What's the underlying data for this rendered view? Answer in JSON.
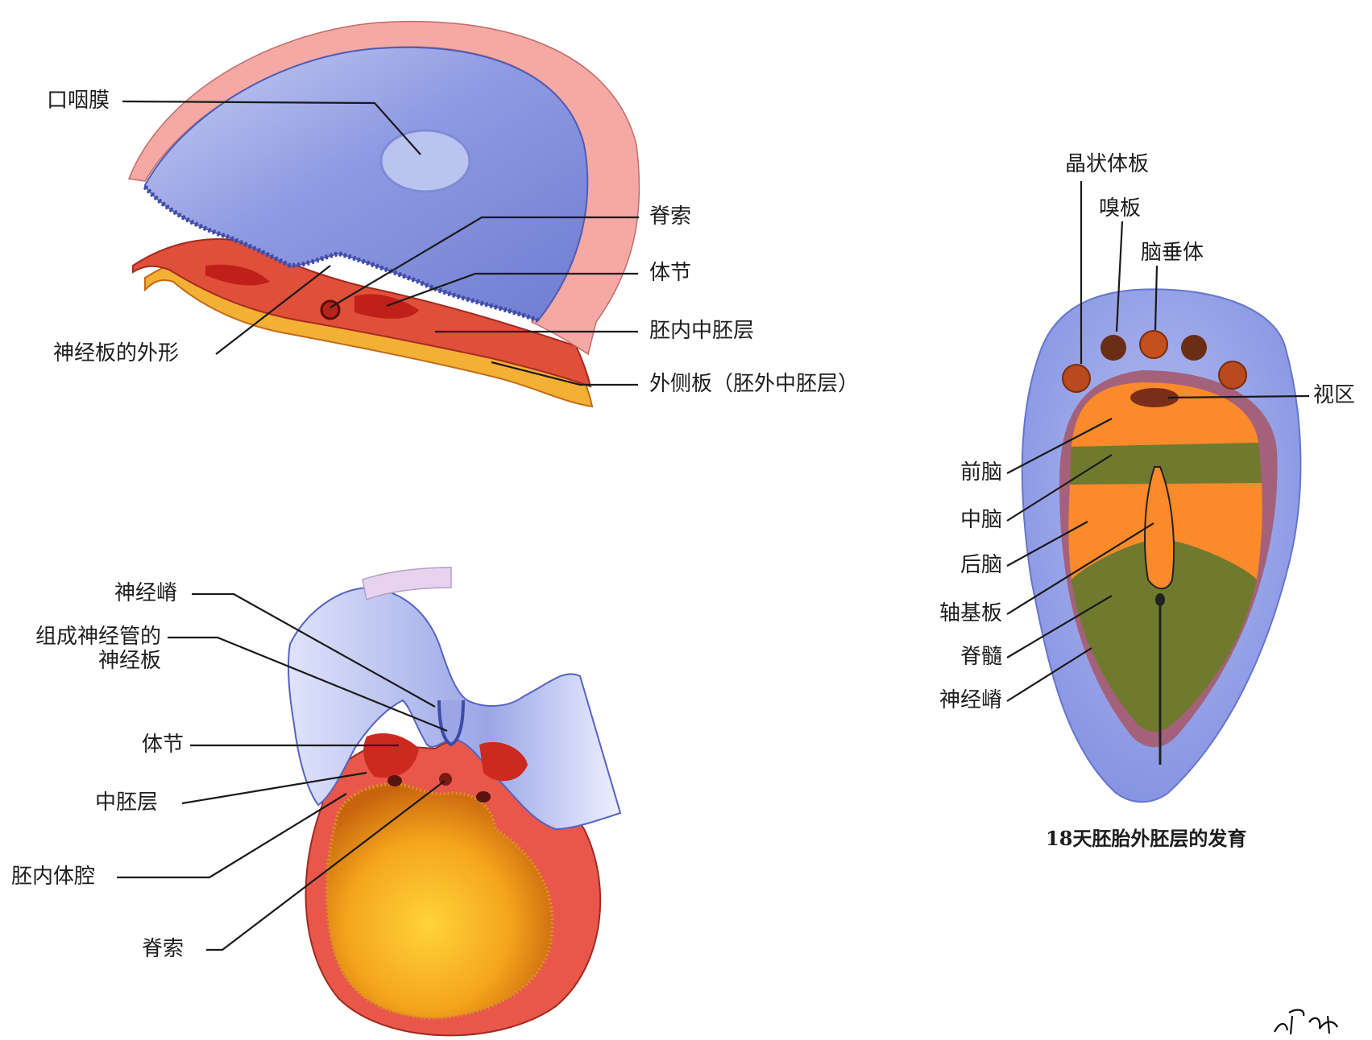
{
  "figure_a": {
    "labels": {
      "oropharyngeal_membrane": "口咽膜",
      "notochord": "脊索",
      "somite": "体节",
      "intraembryonic_mesoderm": "胚内中胚层",
      "neural_plate_outline": "神经板的外形",
      "lateral_plate": "外侧板（胚外中胚层）"
    }
  },
  "figure_b": {
    "labels": {
      "neural_crest": "神经嵴",
      "neural_plate_forming_tube_1": "组成神经管的",
      "neural_plate_forming_tube_2": "神经板",
      "somite": "体节",
      "mesoderm": "中胚层",
      "intraembryonic_coelom": "胚内体腔",
      "notochord": "脊索"
    }
  },
  "figure_c": {
    "labels": {
      "lens_placode": "晶状体板",
      "olfactory_placode": "嗅板",
      "pituitary": "脑垂体",
      "optic_area": "视区",
      "forebrain": "前脑",
      "midbrain": "中脑",
      "hindbrain": "后脑",
      "axial_plate": "轴基板",
      "spinal_cord": "脊髓",
      "neural_crest": "神经嵴"
    },
    "caption": "18天胚胎外胚层的发育"
  },
  "colors": {
    "ectoderm_blue": "#8f9be0",
    "mesoderm_red": "#d93a2e",
    "mesoderm_pink": "#f09a8c",
    "yolk_orange": "#f29a1a",
    "forebrain_orange": "#fb8a2a",
    "midbrain_green": "#6f7a2e",
    "neural_crest_mauve": "#a4617a"
  }
}
